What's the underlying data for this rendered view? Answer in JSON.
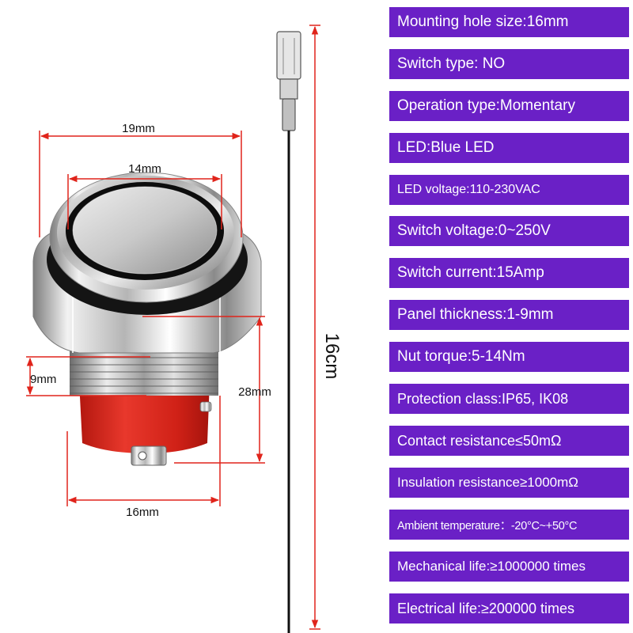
{
  "dimensions": {
    "head_width": "19mm",
    "ring_width": "14mm",
    "thread_height": "9mm",
    "body_length": "28mm",
    "thread_width": "16mm",
    "wire_length": "16cm"
  },
  "colors": {
    "spec_bar": "#6a20c6",
    "dimension_line": "#e0241b",
    "base": "#d92a1f",
    "wire": "#111111"
  },
  "specs": [
    "Mounting hole size:16mm",
    "Switch type: NO",
    "Operation type:Momentary",
    "LED:Blue LED",
    "LED voltage:110-230VAC",
    "Switch voltage:0~250V",
    "Switch current:15Amp",
    "Panel thickness:1-9mm",
    "Nut torque:5-14Nm",
    "Protection class:IP65, IK08",
    "Contact resistance≤50mΩ",
    "Insulation resistance≥1000mΩ",
    "Ambient temperature：-20°C~+50°C",
    "Mechanical life:≥1000000 times",
    "Electrical life:≥200000 times"
  ]
}
